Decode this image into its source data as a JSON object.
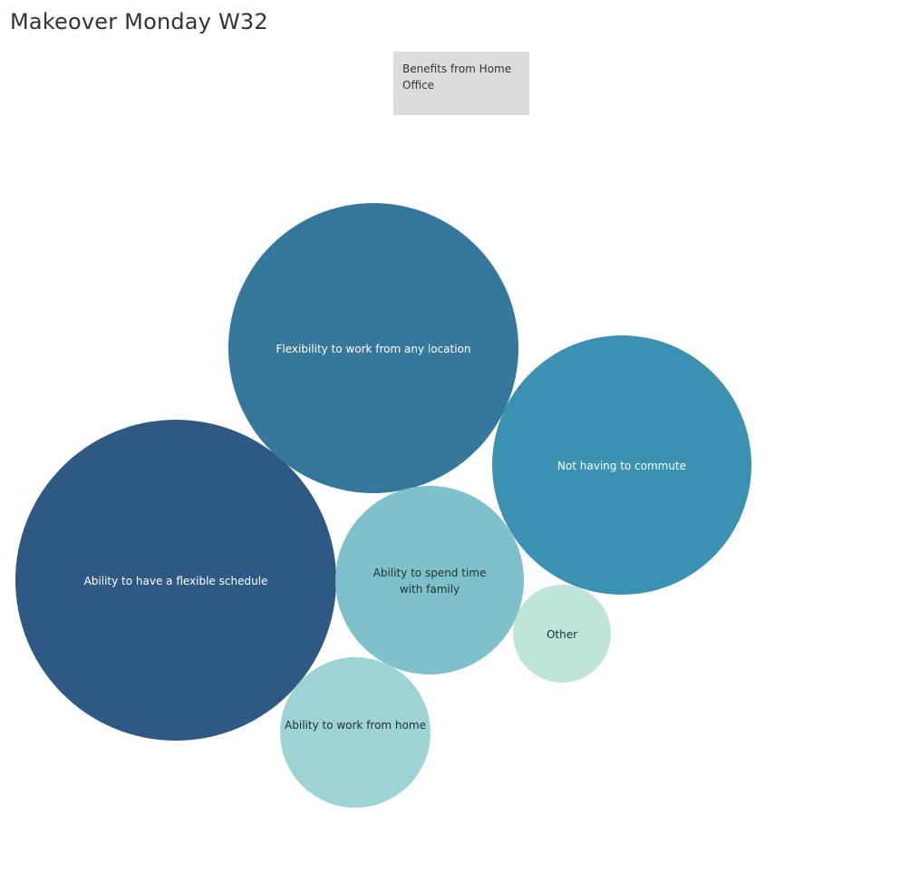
{
  "page": {
    "title": "Makeover Monday W32"
  },
  "legend": {
    "title": "Benefits from Home Office"
  },
  "chart_data": {
    "type": "bubble",
    "series": [
      {
        "label": "Ability to have a flexible schedule",
        "color": "#2e5984",
        "text_color": "#ffffff"
      },
      {
        "label": "Flexibility to work from any location",
        "color": "#35789c",
        "text_color": "#ffffff"
      },
      {
        "label": "Not having to commute",
        "color": "#3a91b2",
        "text_color": "#ffffff"
      },
      {
        "label": "Ability to spend time with family",
        "color": "#7fc1ca",
        "text_color": "#1f2f3a"
      },
      {
        "label": "Ability to work from home",
        "color": "#9ed3d3",
        "text_color": "#1f2f3a"
      },
      {
        "label": "Other",
        "color": "#bfe5da",
        "text_color": "#1f2f3a"
      }
    ]
  }
}
